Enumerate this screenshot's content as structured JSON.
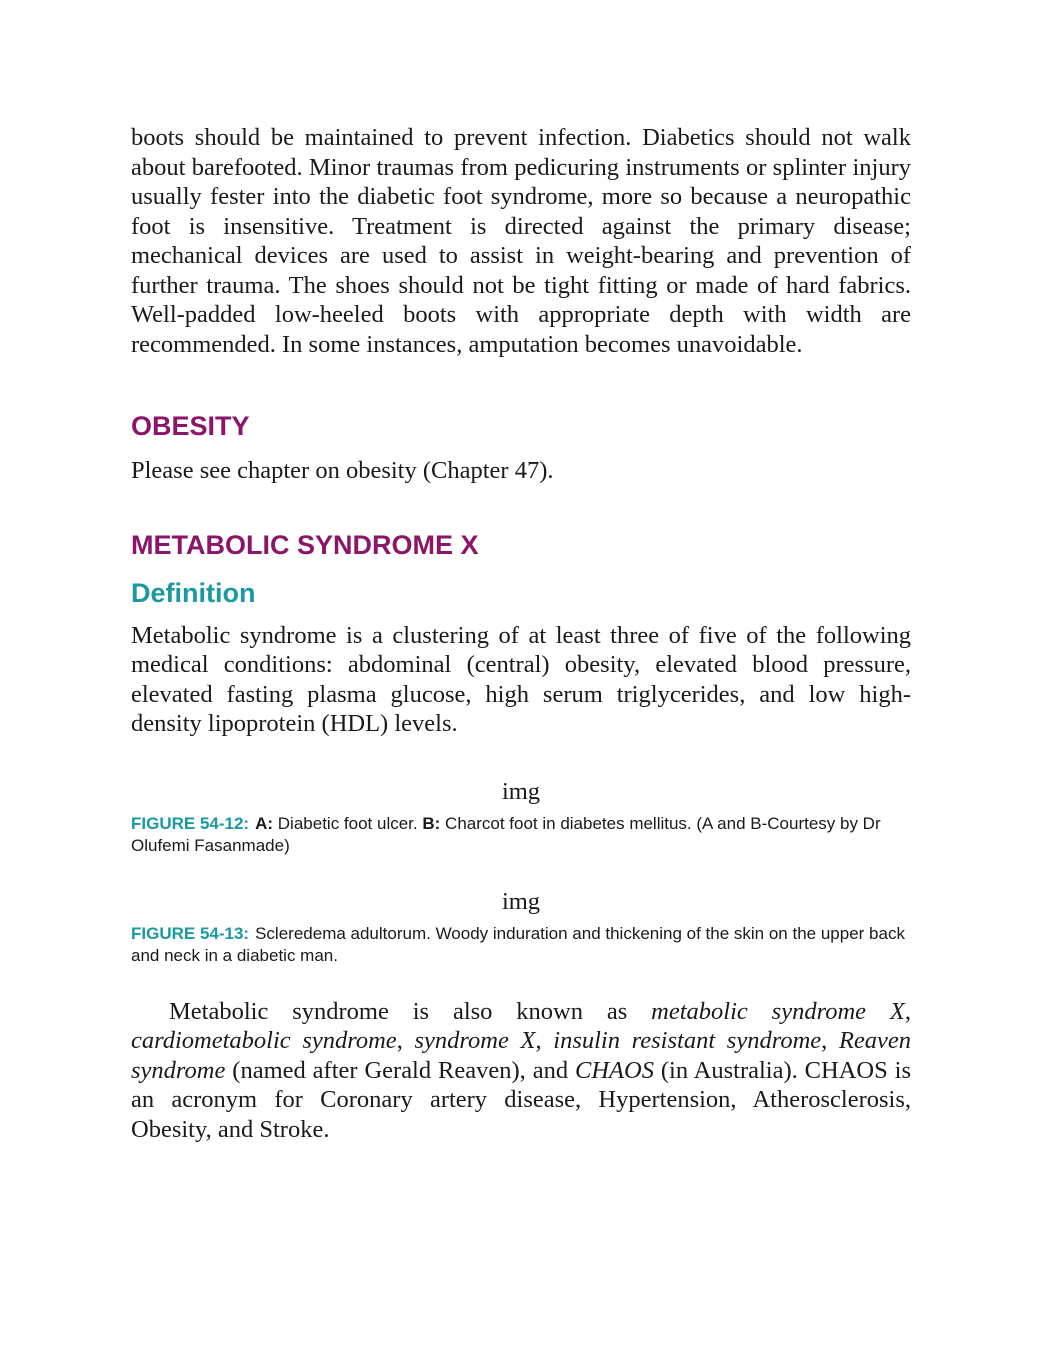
{
  "intro_paragraph": "boots should be maintained to prevent infection. Diabetics should not walk about barefooted. Minor traumas from pedicuring instruments or splinter injury usually fester into the diabetic foot syndrome, more so because a neuropathic foot is insensitive. Treatment is directed against the primary disease; mechanical devices are used to assist in weight-bearing and prevention of further trauma. The shoes should not be tight fitting or made of hard fabrics. Well-padded low-heeled boots with appropriate depth with width are recommended. In some instances, amputation becomes unavoidable.",
  "obesity": {
    "heading": "OBESITY",
    "text": "Please see chapter on obesity (Chapter 47)."
  },
  "metabolic": {
    "heading": "METABOLIC SYNDROME X",
    "subheading": "Definition",
    "definition_text": "Metabolic syndrome is a clustering of at least three of five of the following medical conditions: abdominal (central) obesity, elevated blood pressure, elevated fasting plasma glucose, high serum triglycerides, and low high-density lipoprotein (HDL) levels."
  },
  "figure_12": {
    "image_alt": "img",
    "label": "FIGURE 54-12:",
    "part_a_label": "A:",
    "part_a_text": " Diabetic foot ulcer. ",
    "part_b_label": "B:",
    "part_b_text": " Charcot foot in diabetes mellitus. (A and B-Courtesy by Dr Olufemi Fasanmade)"
  },
  "figure_13": {
    "image_alt": "img",
    "label": "FIGURE 54-13:",
    "text": "Scleredema adultorum. Woody induration and thickening of the skin on the upper back and neck in a diabetic man."
  },
  "also_known": {
    "t1": "Metabolic syndrome is also known as ",
    "i1": "metabolic syndrome X",
    "t2": ", ",
    "i2": "cardiometabolic syndrome",
    "t3": ", ",
    "i3": "syndrome X",
    "t4": ", ",
    "i4": "insulin resistant syndrome",
    "t5": ", ",
    "i5": "Reaven syndrome",
    "t6": " (named after Gerald Reaven), and ",
    "i6": "CHAOS",
    "t7": " (in Australia). CHAOS is an acronym for Coronary artery disease, Hypertension, Atherosclerosis, Obesity, and Stroke."
  }
}
